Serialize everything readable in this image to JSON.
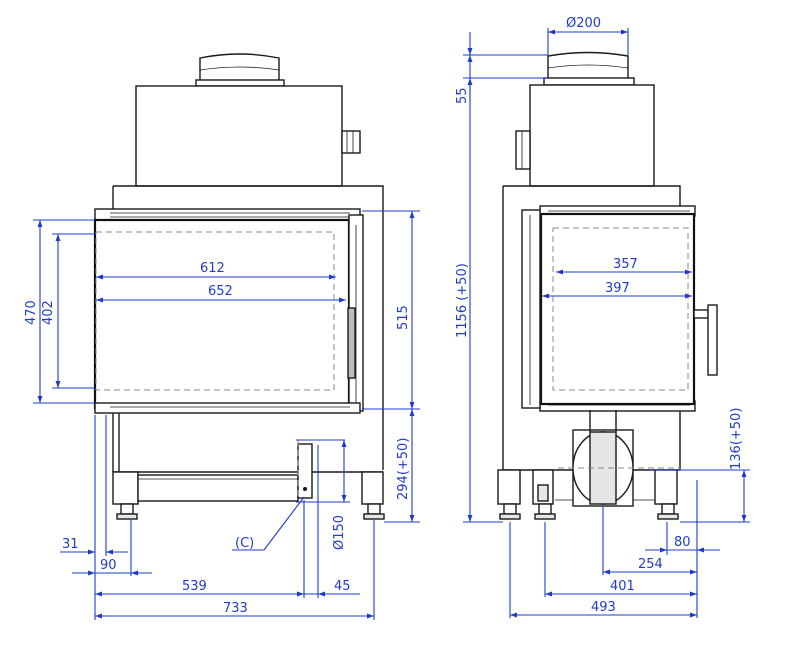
{
  "front_view": {
    "dim_612": "612",
    "dim_652": "652",
    "dim_470": "470",
    "dim_402": "402",
    "dim_515": "515",
    "dim_294": "294(+50)",
    "dim_150": "Ø150",
    "label_c": "(C)",
    "dim_31": "31",
    "dim_90": "90",
    "dim_539": "539",
    "dim_45": "45",
    "dim_733": "733"
  },
  "side_view": {
    "dim_200": "Ø200",
    "dim_55": "55",
    "dim_1156": "1156 (+50)",
    "dim_357": "357",
    "dim_397": "397",
    "dim_136": "136(+50)",
    "dim_80": "80",
    "dim_254": "254",
    "dim_401": "401",
    "dim_493": "493"
  },
  "colors": {
    "dimension": "#1e3cc8",
    "outline": "#1a1a1a"
  }
}
